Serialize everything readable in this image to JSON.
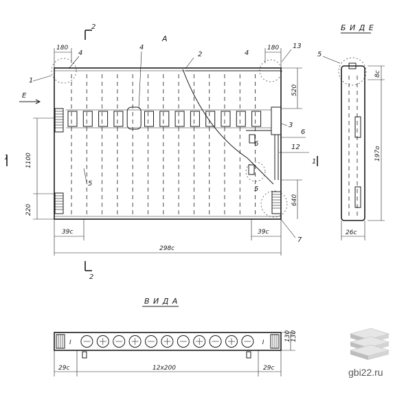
{
  "view_labels": {
    "main": "A",
    "side": "Б И Д Е",
    "bottom": "В И Д А"
  },
  "brand": {
    "site": "gbi22.ru"
  },
  "callouts": {
    "c1": "1",
    "c2": "2",
    "c3": "3",
    "c4a": "4",
    "c4b": "4",
    "c4c": "4",
    "c5a": "5",
    "c5b": "5",
    "c5c": "5",
    "c6a": "6",
    "c6b": "6",
    "c7": "7",
    "c12": "12",
    "c13": "13"
  },
  "section_marks": {
    "s2_top": "2",
    "s2_bottom": "2",
    "s1_left": "1",
    "s1_right": "1",
    "e": "Е"
  },
  "dimensions": {
    "d180_left": "180",
    "d180_right": "180",
    "d520": "520",
    "d1100": "1100",
    "d220": "220",
    "d640": "640",
    "d390_left": "39с",
    "d390_right": "39с",
    "d2980": "298с",
    "d1970": "197о",
    "d80": "8с",
    "d260": "26с",
    "d290_left": "29с",
    "d290_right": "29с",
    "d12x200": "12х200",
    "d130a": "130",
    "d130b": "130"
  },
  "bottom_view_marks": [
    "I",
    "Ө",
    "⊕",
    "Ө",
    "⊕",
    "Ө",
    "⊕",
    "Ө",
    "⊕",
    "Ө",
    "⊕",
    "Ө",
    "I"
  ],
  "colors": {
    "ink": "#1a1a1a",
    "logo_light": "#e0e0e0",
    "logo_dark": "#b5b5b5"
  }
}
